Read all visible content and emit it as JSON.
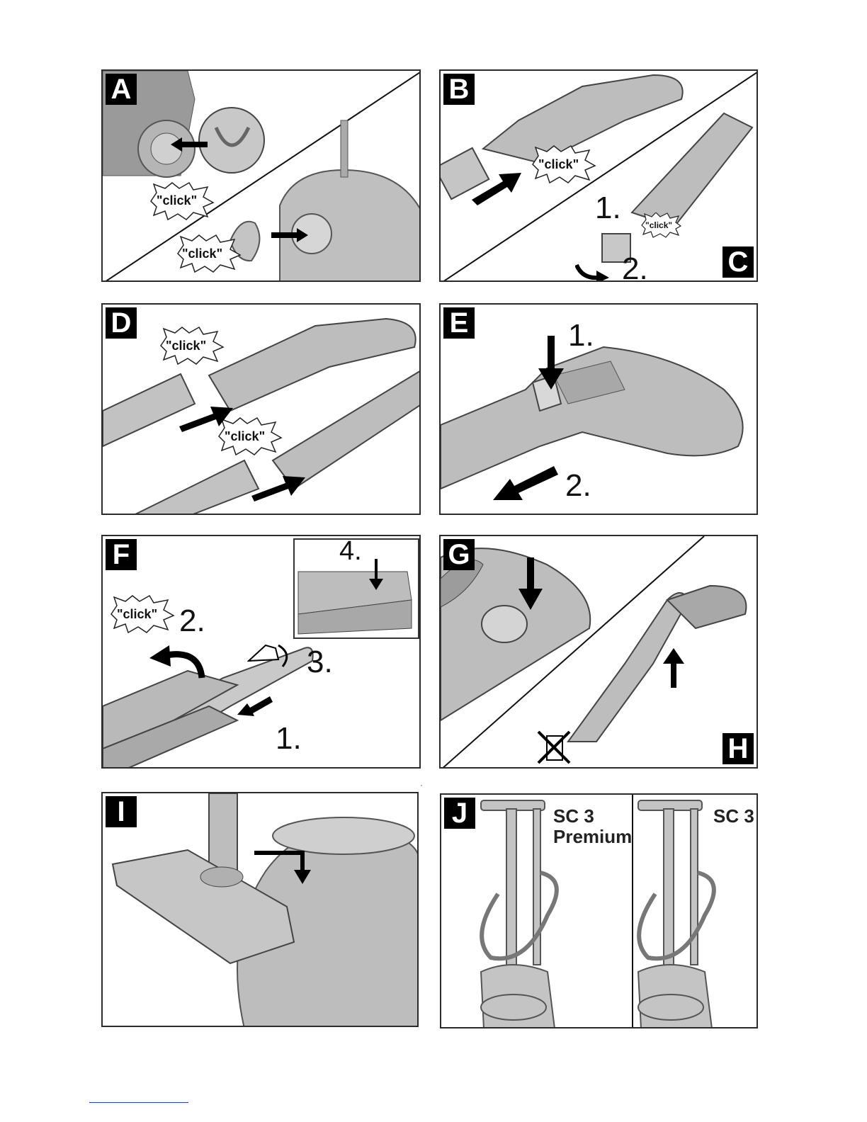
{
  "panels": {
    "A": {
      "letter": "A",
      "clicks": [
        "\"click\"",
        "\"click\""
      ]
    },
    "B": {
      "letter": "B",
      "clicks": [
        "\"click\""
      ]
    },
    "C": {
      "letter": "C",
      "steps": [
        "1.",
        "2."
      ],
      "clicks": [
        "\"click\""
      ]
    },
    "D": {
      "letter": "D",
      "clicks": [
        "\"click\"",
        "\"click\""
      ]
    },
    "E": {
      "letter": "E",
      "steps": [
        "1.",
        "2."
      ]
    },
    "F": {
      "letter": "F",
      "steps": [
        "1.",
        "2.",
        "3.",
        "4."
      ],
      "clicks": [
        "\"click\""
      ]
    },
    "G": {
      "letter": "G"
    },
    "H": {
      "letter": "H"
    },
    "I": {
      "letter": "I"
    },
    "J": {
      "letter": "J",
      "models": [
        "SC 3\nPremium",
        "SC 3"
      ]
    }
  },
  "colors": {
    "frame": "#2b2b2b",
    "device_fill": "#bdbdbd",
    "device_dark": "#8c8c8c",
    "arrow": "#000000",
    "link_rule": "#2c3fd1"
  },
  "icons": [
    "arrow-icon",
    "curved-arrow-icon",
    "click-burst-icon",
    "crossed-brush-icon"
  ]
}
